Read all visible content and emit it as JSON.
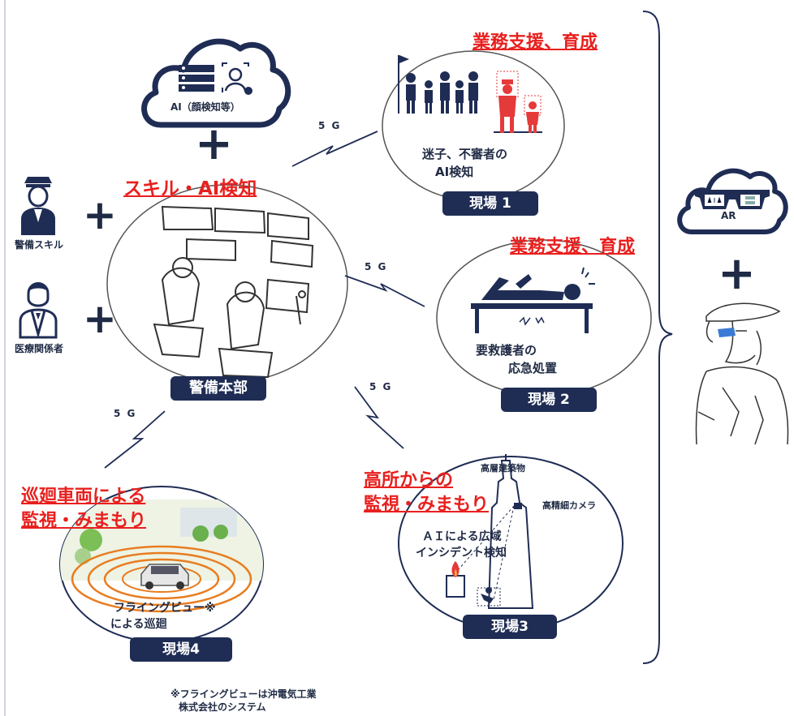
{
  "hq": {
    "ai_cloud_label": "AI（顔検知等）",
    "title": "スキル・AI検知",
    "label": "警備本部",
    "guard_skill": "警備スキル",
    "medical": "医療関係者"
  },
  "link_label": "5 G",
  "site1": {
    "title": "業務支援、育成",
    "caption_line1": "迷子、不審者の",
    "caption_line2": "AI検知",
    "label": "現場 1"
  },
  "site2": {
    "title": "業務支援、育成",
    "caption_line1": "要救護者の",
    "caption_line2": "応急処置",
    "label": "現場 2"
  },
  "site3": {
    "title_line1": "高所からの",
    "title_line2": "監視・みまもり",
    "building": "高層建築物",
    "camera": "高精細カメラ",
    "caption_line1": "ＡＩによる広域",
    "caption_line2": "インシデント検知",
    "label": "現場3"
  },
  "site4": {
    "title_line1": "巡廻車両による",
    "title_line2": "監視・みまもり",
    "caption_line1": "フライングビュー※",
    "caption_line2": "による巡廻",
    "label": "現場4"
  },
  "ar": {
    "label": "AR"
  },
  "footnote": {
    "line1": "※フライングビューは沖電気工業",
    "line2": "株式会社のシステム"
  }
}
